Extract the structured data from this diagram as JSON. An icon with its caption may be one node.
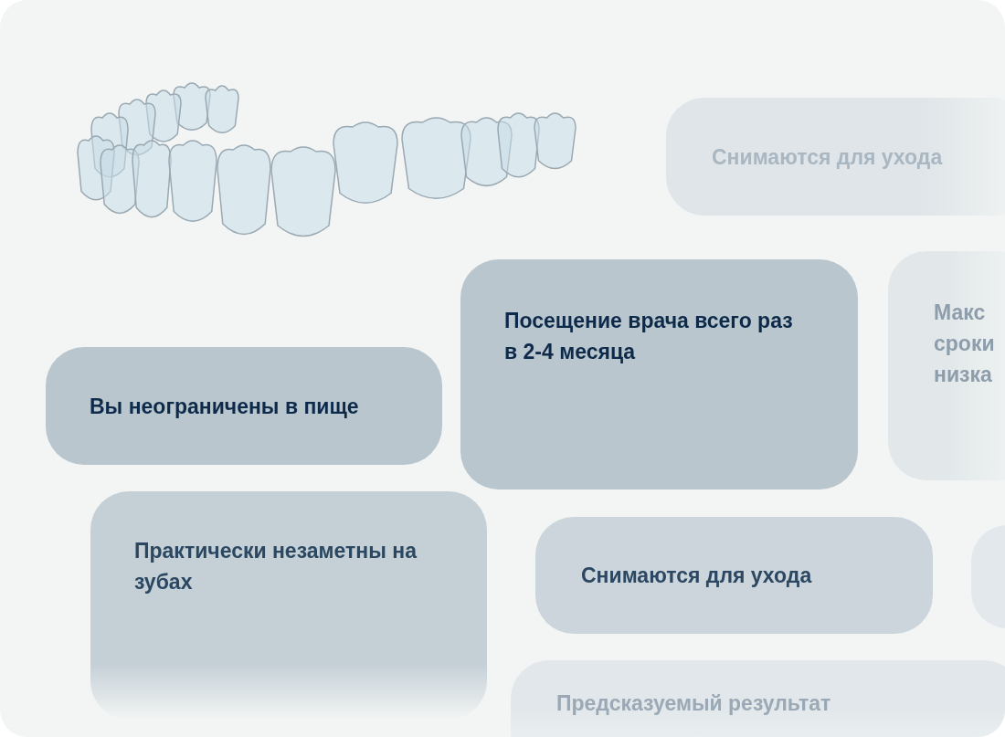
{
  "diagram": {
    "nodes": [
      {
        "text": [
          "Снимаются для ухода"
        ]
      },
      {
        "text": [
          "Посещение врача всего раз в 2-4 месяца"
        ]
      },
      {
        "text": [
          "Макс сроки низка"
        ]
      },
      {
        "text": [
          "Вы неограничены в пище"
        ]
      },
      {
        "text": [
          "Практически незаметны на зубах"
        ]
      },
      {
        "text": [
          "Снимаются для ухода"
        ]
      },
      {
        "text": [],
        "shape": "box"
      },
      {
        "text": [
          "Предсказуемый результат"
        ]
      }
    ]
  }
}
